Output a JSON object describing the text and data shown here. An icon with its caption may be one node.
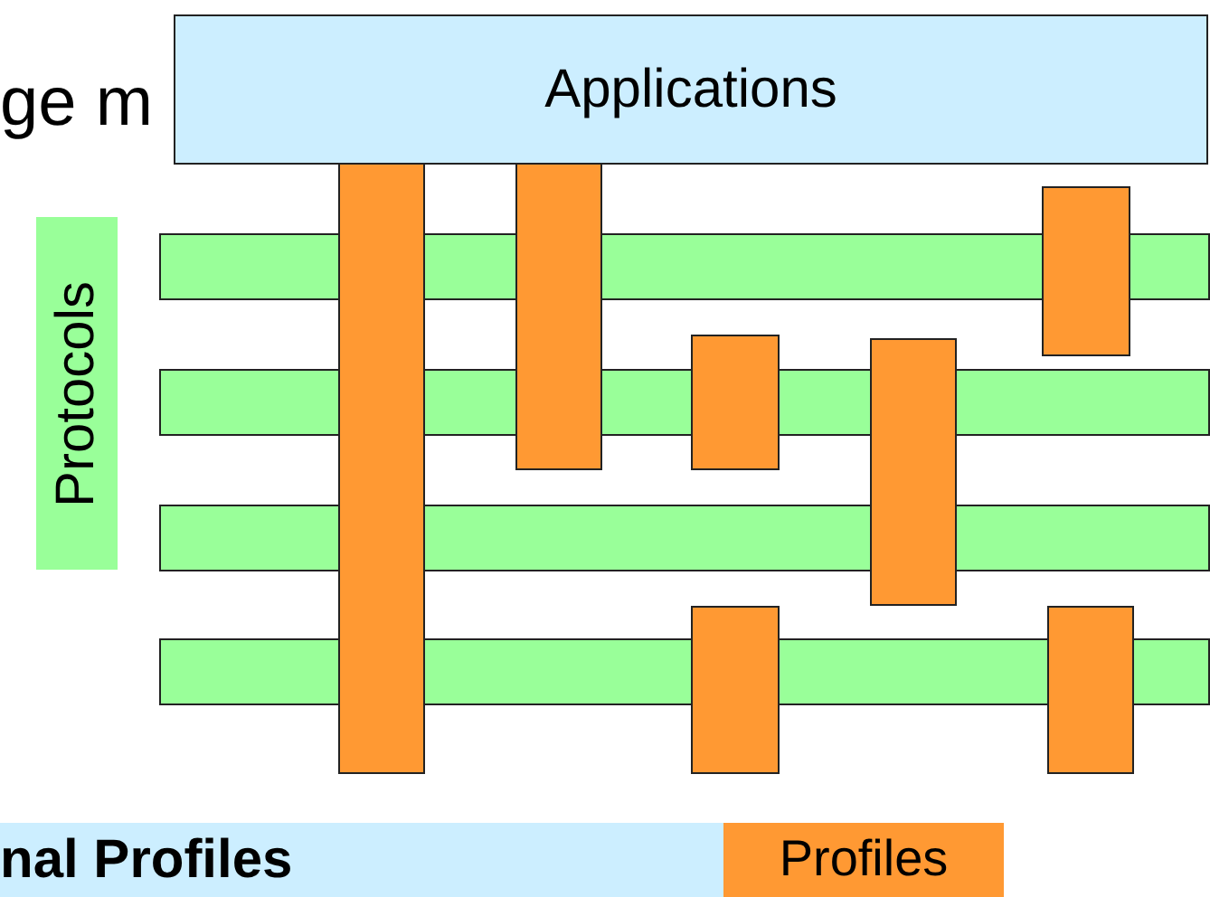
{
  "diagram": {
    "nodes": [
      {
        "text": [
          "Applications"
        ]
      },
      {
        "text": [
          "Protocols"
        ]
      },
      {
        "text": [],
        "shape": "bar"
      },
      {
        "text": [],
        "shape": "bar"
      },
      {
        "text": [],
        "shape": "bar"
      },
      {
        "text": [],
        "shape": "bar"
      },
      {
        "text": [],
        "shape": "bar"
      },
      {
        "text": [],
        "shape": "bar"
      },
      {
        "text": [],
        "shape": "bar"
      },
      {
        "text": [],
        "shape": "bar"
      },
      {
        "text": [],
        "shape": "bar"
      },
      {
        "text": [],
        "shape": "bar"
      },
      {
        "text": [],
        "shape": "bar"
      },
      {
        "text": [
          "nal Profiles"
        ]
      },
      {
        "text": [
          "Profiles"
        ]
      }
    ],
    "labels": [
      "ge m"
    ]
  }
}
